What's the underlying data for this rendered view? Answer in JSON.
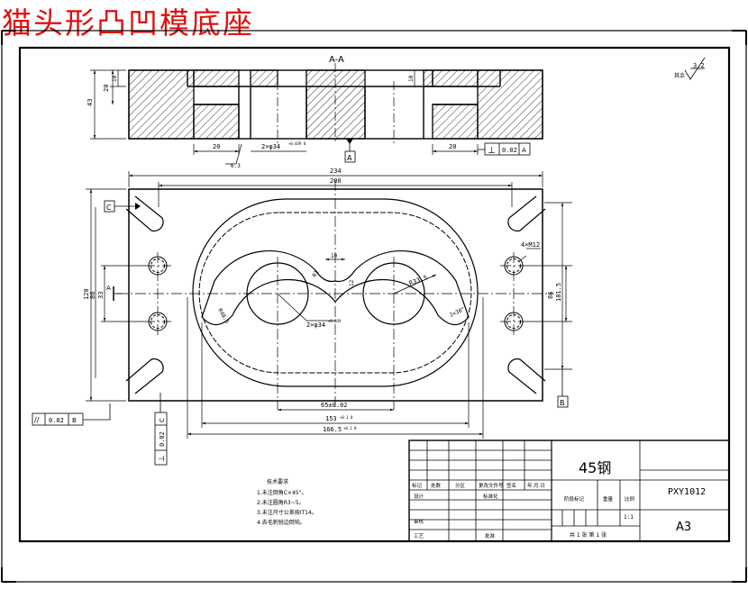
{
  "title": "猫头形凸凹模底座",
  "section": {
    "label": "A-A",
    "dims": {
      "height_total": "43",
      "height_flange": "20",
      "recess_left": "10",
      "recess_right": "10",
      "step_left": "20",
      "step_right": "20",
      "holes": "2×φ34",
      "holes_tol": "+0.039 0",
      "roughness_small": "6.3"
    },
    "datum_a": "A",
    "flatness": {
      "symbol": "⊥",
      "value": "0.02",
      "datum": "A"
    }
  },
  "roughness_symbol": {
    "value": "3.2",
    "prefix": "其余"
  },
  "plan": {
    "dims": {
      "width_total": "234",
      "slot_span": "200",
      "height_total": "120",
      "hole_span_v": "86",
      "hole_span_v2": "86",
      "center_offset": "33",
      "overall_right": "101.5",
      "radius_r": "R33.5",
      "radius_r1": "R1",
      "angle": "2×30°",
      "inner_r": "R48.5",
      "bolt_holes": "4×M12",
      "pin_holes": "2×φ34",
      "pin_tol": "+0.039",
      "top_slot": "10",
      "top_slot_v": "12",
      "center_dist": "65±0.02",
      "width_153": "153",
      "width_153_tol": "+0.1 0",
      "width_166": "166.5",
      "width_166_tol": "+0.1 0"
    },
    "datum_c": "C",
    "datum_b": "B",
    "section_marker": "A",
    "parallelism": {
      "symbol": "//",
      "value": "0.02",
      "datum": "B"
    },
    "perpendicular_c": {
      "symbol": "⊥",
      "value": "0.02",
      "datum": "C"
    }
  },
  "notes": {
    "heading": "技术要求",
    "items": [
      "1.未注倒角C×45°。",
      "2.未注圆角R3~5。",
      "3.未注尺寸公差按IT14。",
      "4.去毛刺锐边倒钝。"
    ]
  },
  "title_block": {
    "material": "45钢",
    "drawing_no": "PXY1012",
    "size": "A3",
    "scale_value": "1:1",
    "sheets": "共 1 张   第 1 张",
    "row_labels": [
      "标记",
      "处数",
      "分区",
      "更改文件号",
      "签名",
      "年.月.日"
    ],
    "labels": {
      "design": "设计",
      "standard": "标准化",
      "stage": "阶段标记",
      "weight": "重量",
      "scale": "比例",
      "review": "审核",
      "process": "工艺",
      "approve": "批准"
    }
  }
}
